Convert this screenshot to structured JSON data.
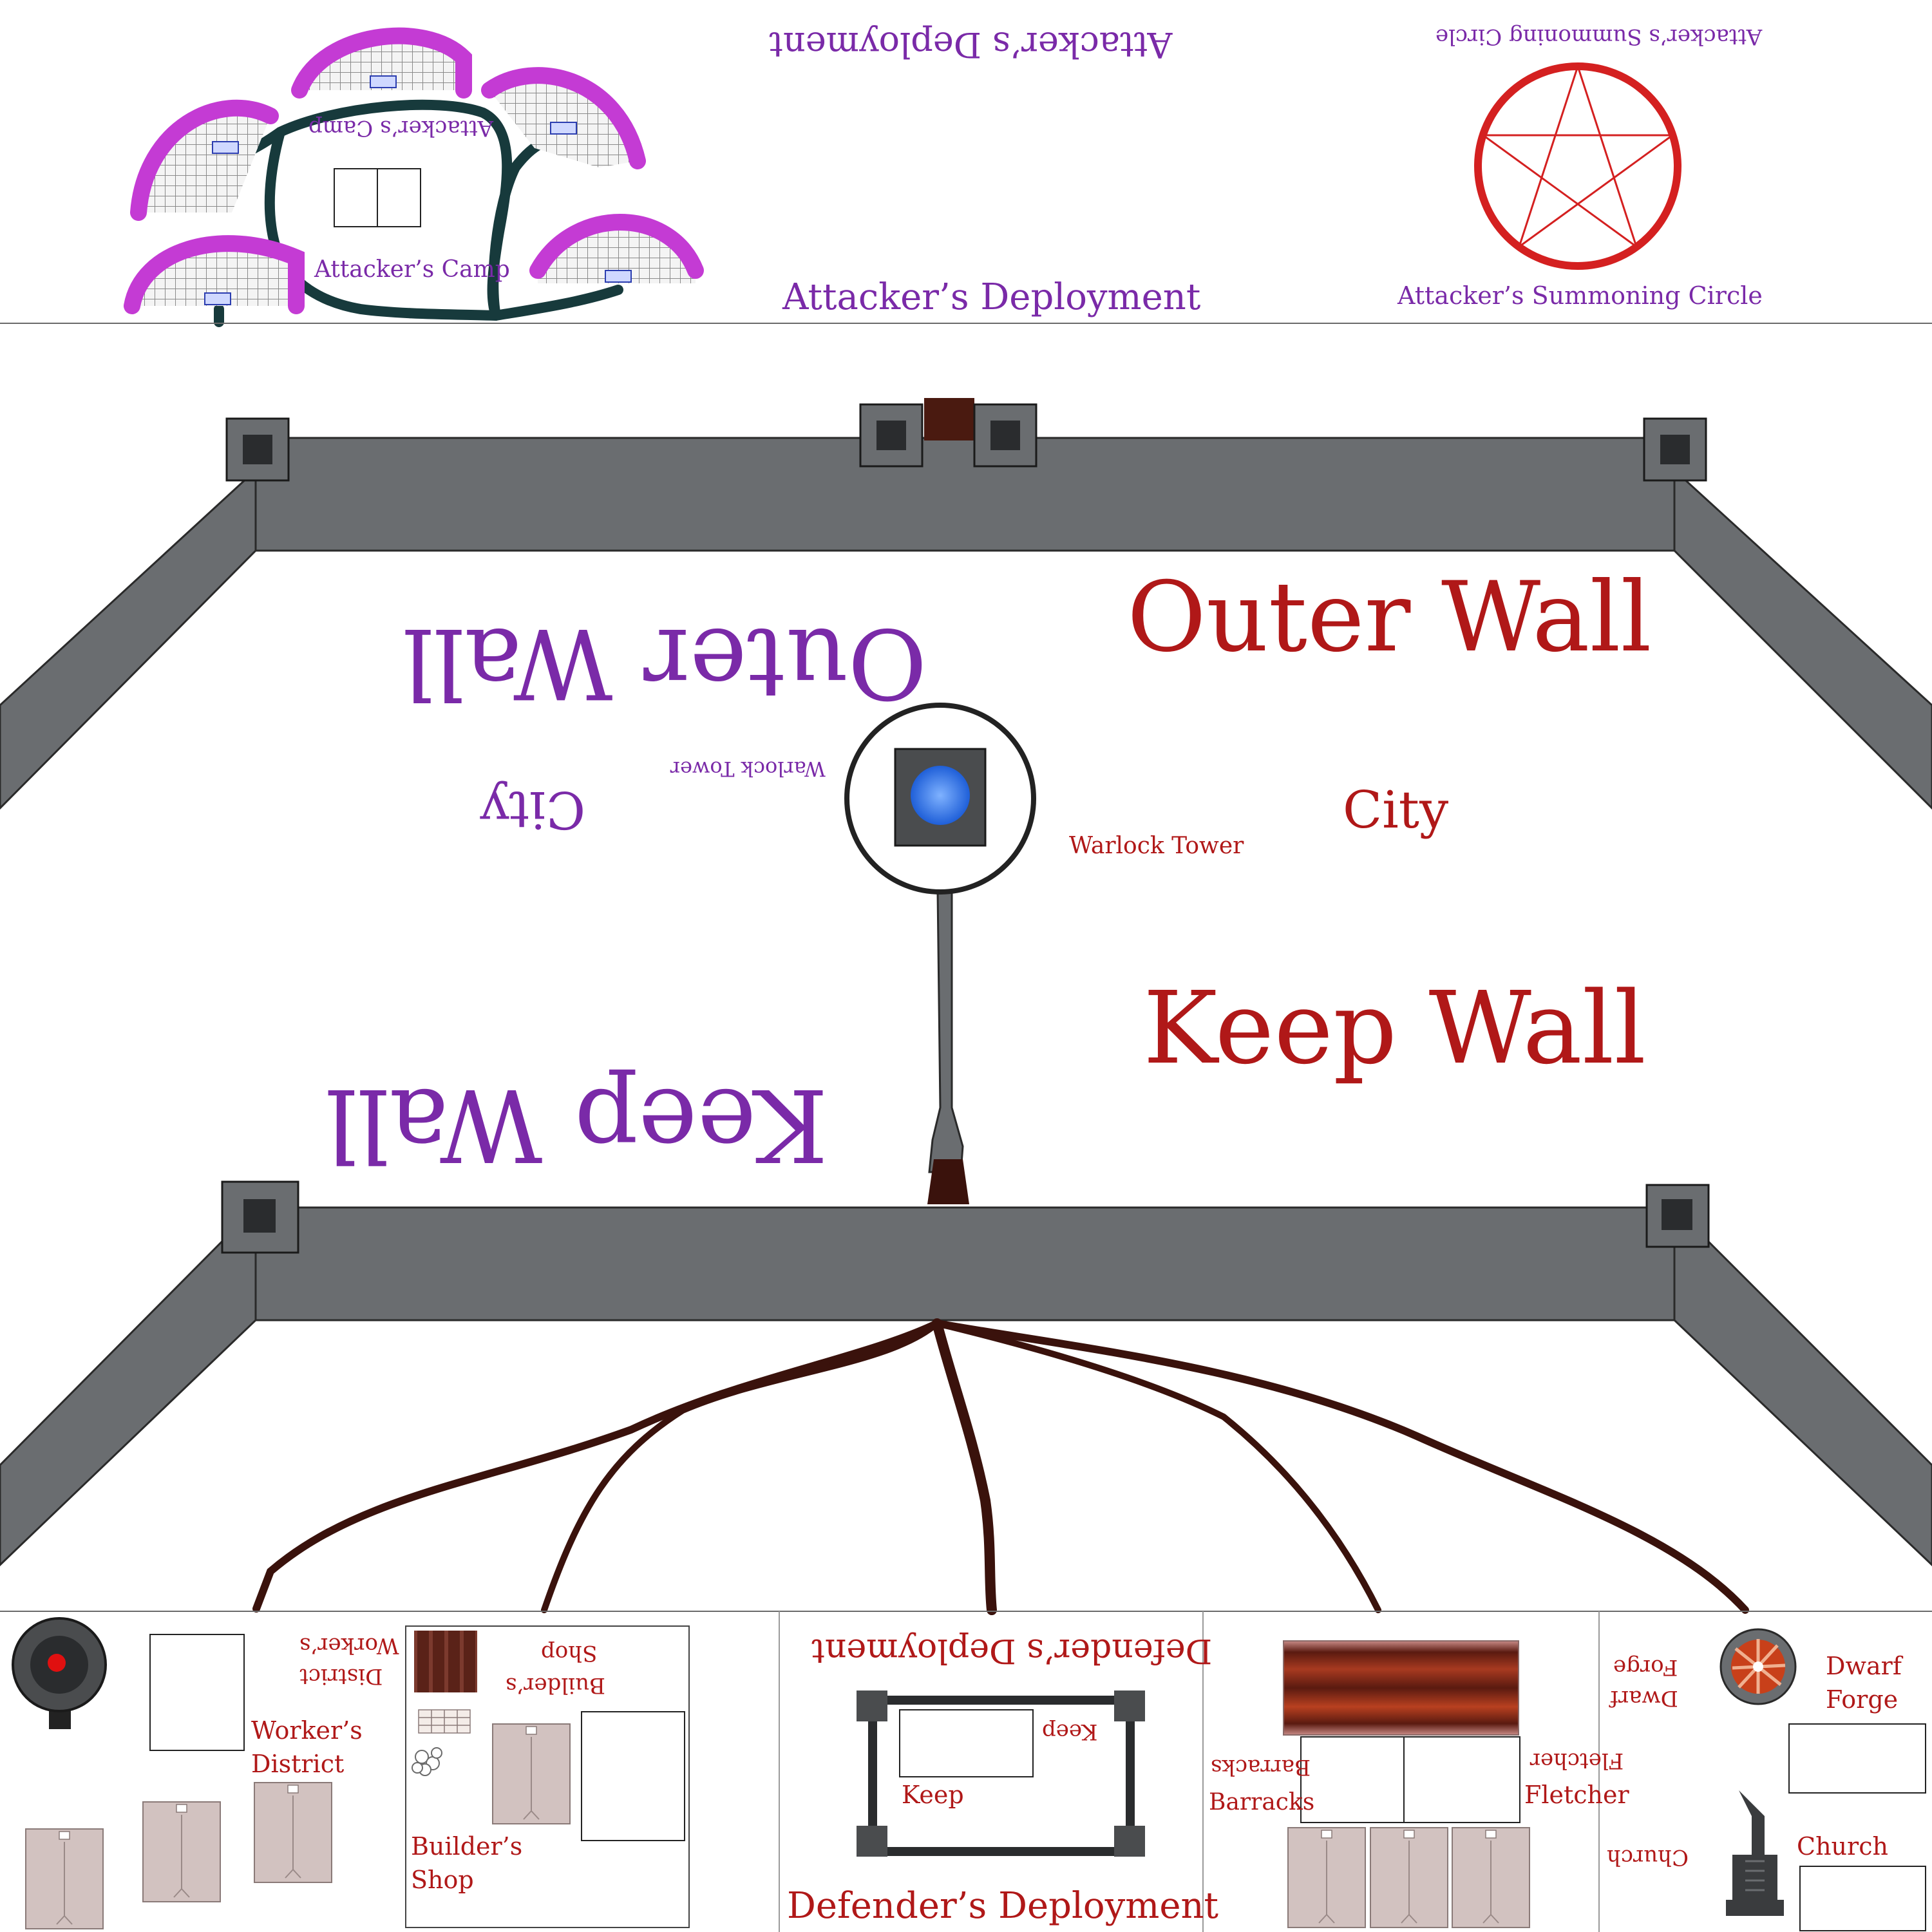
{
  "labels": {
    "attackers_deployment": "Attacker’s Deployment",
    "attackers_summoning_circle": "Attacker’s Summoning Circle",
    "attackers_camp": "Attacker’s Camp",
    "outer_wall": "Outer Wall",
    "keep_wall": "Keep Wall",
    "city": "City",
    "warlock_tower": "Warlock Tower",
    "defenders_deployment": "Defender’s Deployment",
    "keep": "Keep",
    "workers_district_line1": "Worker’s",
    "workers_district_line2": "District",
    "builders_shop_line1": "Builder’s",
    "builders_shop_line2": "Shop",
    "barracks": "Barracks",
    "fletcher": "Fletcher",
    "dwarf_forge_line1": "Dwarf",
    "dwarf_forge_line2": "Forge",
    "church": "Church"
  },
  "colors": {
    "attacker_text": "#7a2aa8",
    "defender_text": "#b01818",
    "wall": "#6a6d70",
    "tower": "#2a2c2e",
    "roots": "#3a120c",
    "camp_path": "#173a3c",
    "tent_dome": "#c43bd4",
    "summoning_circle": "#d42020",
    "warlock_orb": "#2f6fe0",
    "building": "#d2c2c0"
  },
  "icons": {
    "tents": "tent-icon",
    "summoning": "pentagram-icon",
    "gate": "gate-icon",
    "orb": "warlock-orb-icon",
    "forge": "forge-icon",
    "church": "church-icon",
    "cannon": "cannon-icon"
  }
}
